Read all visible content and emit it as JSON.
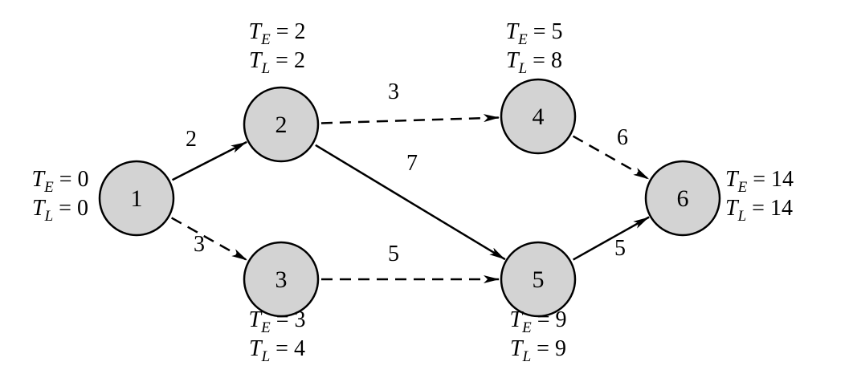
{
  "nodes": [
    {
      "id": "1",
      "label": "1",
      "te_value": "0",
      "tl_value": "0"
    },
    {
      "id": "2",
      "label": "2",
      "te_value": "2",
      "tl_value": "2"
    },
    {
      "id": "3",
      "label": "3",
      "te_value": "3",
      "tl_value": "4"
    },
    {
      "id": "4",
      "label": "4",
      "te_value": "5",
      "tl_value": "8"
    },
    {
      "id": "5",
      "label": "5",
      "te_value": "9",
      "tl_value": "9"
    },
    {
      "id": "6",
      "label": "6",
      "te_value": "14",
      "tl_value": "14"
    }
  ],
  "edges": [
    {
      "from": "1",
      "to": "2",
      "weight": "2",
      "style": "solid"
    },
    {
      "from": "1",
      "to": "3",
      "weight": "3",
      "style": "dashed"
    },
    {
      "from": "2",
      "to": "4",
      "weight": "3",
      "style": "dashed"
    },
    {
      "from": "2",
      "to": "5",
      "weight": "7",
      "style": "solid"
    },
    {
      "from": "3",
      "to": "5",
      "weight": "5",
      "style": "dashed"
    },
    {
      "from": "4",
      "to": "6",
      "weight": "6",
      "style": "dashed"
    },
    {
      "from": "5",
      "to": "6",
      "weight": "5",
      "style": "solid"
    }
  ],
  "notation": {
    "te_symbol": "T",
    "te_subscript": "E",
    "tl_symbol": "T",
    "tl_subscript": "L",
    "equals": " = "
  },
  "colors": {
    "node_fill": "#d3d3d3",
    "stroke": "#000000"
  }
}
